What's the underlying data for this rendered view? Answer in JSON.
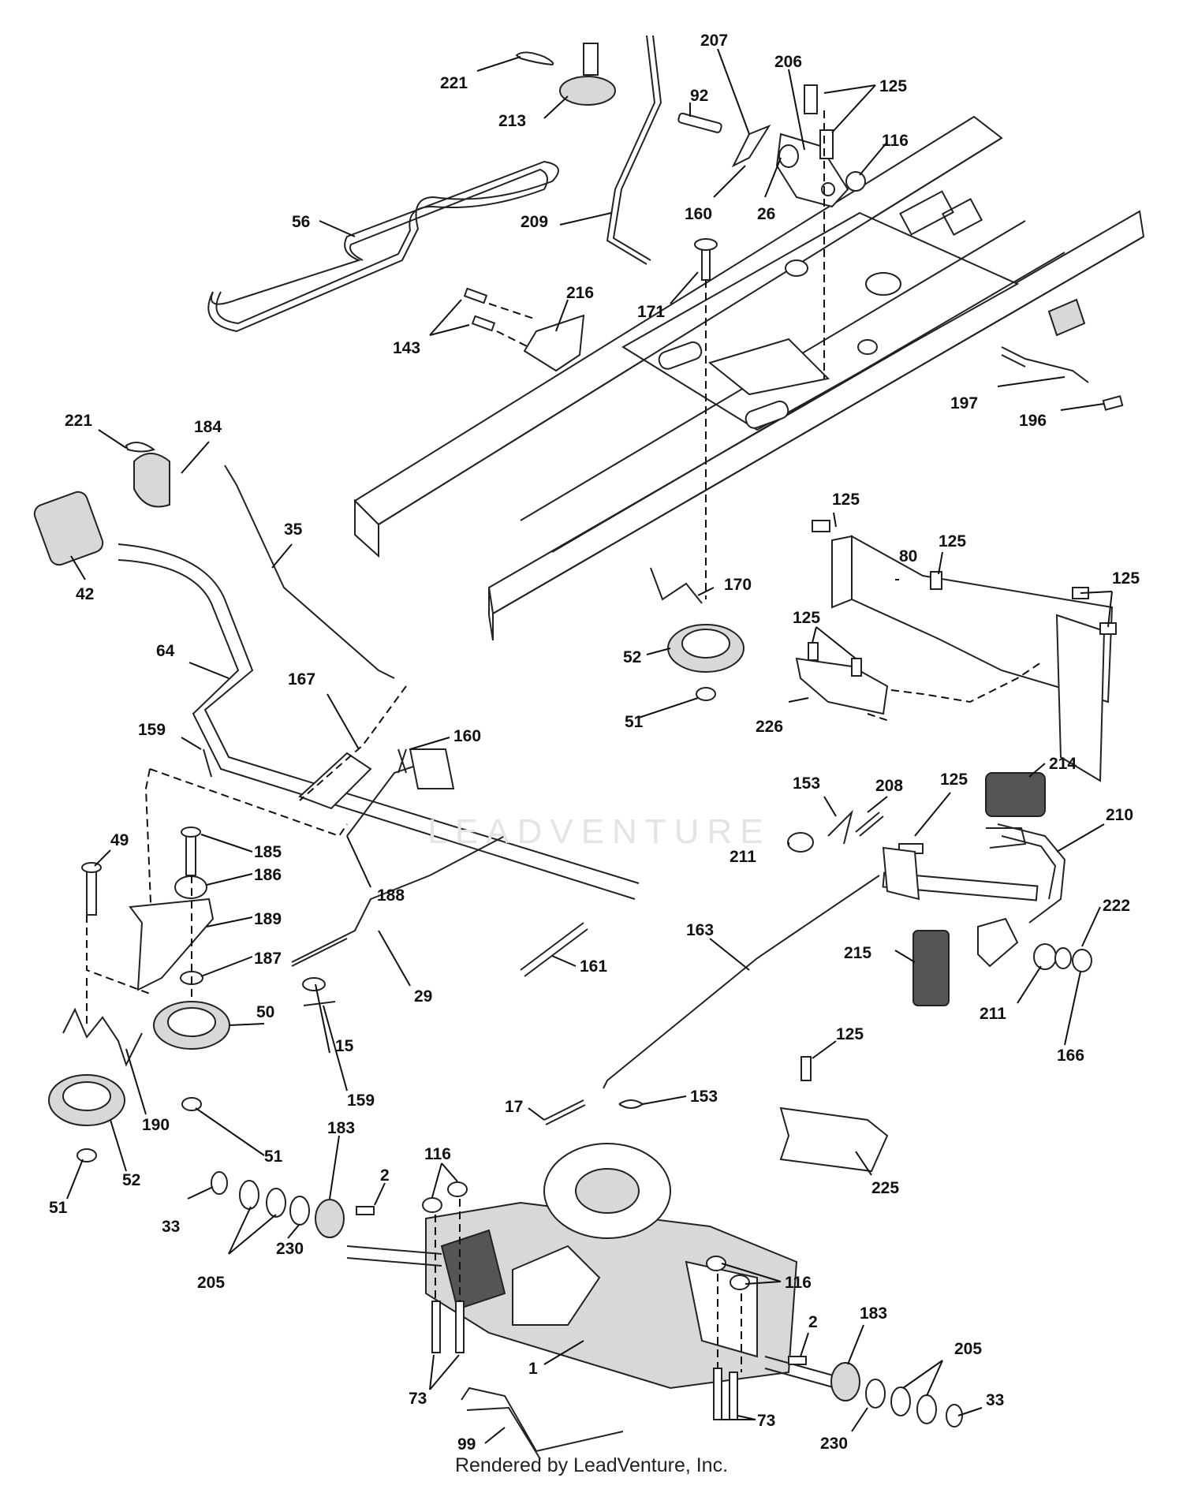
{
  "footer": "Rendered by LeadVenture, Inc.",
  "watermark": "LEADVENTURE",
  "callouts": {
    "c221a": "221",
    "c213": "213",
    "c207": "207",
    "c206": "206",
    "c125a": "125",
    "c92": "92",
    "c116a": "116",
    "c56": "56",
    "c160a": "160",
    "c26": "26",
    "c209": "209",
    "c216": "216",
    "c171": "171",
    "c143": "143",
    "c197": "197",
    "c196": "196",
    "c221b": "221",
    "c184": "184",
    "c35": "35",
    "c42": "42",
    "c125b": "125",
    "c125c": "125",
    "c125d": "125",
    "c80": "80",
    "c170": "170",
    "c64": "64",
    "c125e": "125",
    "c52a": "52",
    "c51a": "51",
    "c226": "226",
    "c167": "167",
    "c159a": "159",
    "c160b": "160",
    "c214": "214",
    "c153a": "153",
    "c208": "208",
    "c125f": "125",
    "c210": "210",
    "c49": "49",
    "c185": "185",
    "c211a": "211",
    "c188": "188",
    "c186": "186",
    "c189": "189",
    "c222": "222",
    "c163": "163",
    "c187": "187",
    "c161": "161",
    "c215": "215",
    "c211b": "211",
    "c29": "29",
    "c50": "50",
    "c166": "166",
    "c15": "15",
    "c125g": "125",
    "c159b": "159",
    "c190": "190",
    "c17": "17",
    "c153b": "153",
    "c51b": "51",
    "c52b": "52",
    "c183a": "183",
    "c225": "225",
    "c116b": "116",
    "c2a": "2",
    "c51c": "51",
    "c33a": "33",
    "c205a": "205",
    "c230a": "230",
    "c116c": "116",
    "c2b": "2",
    "c183b": "183",
    "c1": "1",
    "c73a": "73",
    "c205b": "205",
    "c33b": "33",
    "c99": "99",
    "c73b": "73",
    "c230b": "230"
  }
}
